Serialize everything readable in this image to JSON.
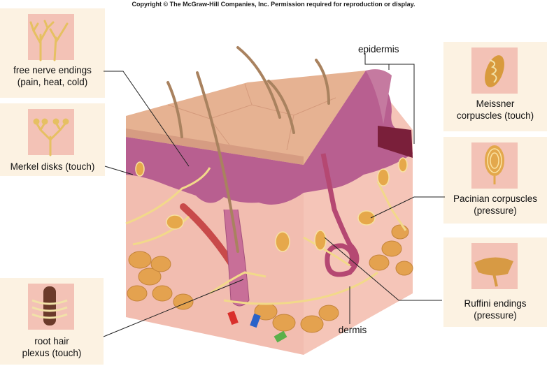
{
  "copyright": "Copyright © The McGraw-Hill Companies, Inc. Permission required for reproduction or display.",
  "labels": {
    "free_nerve_endings": [
      "free nerve endings",
      "(pain, heat, cold)"
    ],
    "merkel_disks": "Merkel disks (touch)",
    "root_hair_plexus": [
      "root hair",
      "plexus (touch)"
    ],
    "epidermis": "epidermis",
    "meissner": [
      "Meissner",
      "corpuscles (touch)"
    ],
    "pacinian": [
      "Pacinian corpuscles",
      "(pressure)"
    ],
    "ruffini": [
      "Ruffini endings",
      "(pressure)"
    ],
    "dermis": "dermis"
  },
  "colors": {
    "panel": "#fcf2e2",
    "thumb": "#f3c2b6",
    "skin_surface": "#e8b392",
    "epidermis_purple": "#b25b8e",
    "dermis_pink": "#f0b9ae",
    "nerve_yellow": "#f2d98a",
    "hair": "#b08868",
    "fat": "#e6a451",
    "leader": "#222222"
  }
}
